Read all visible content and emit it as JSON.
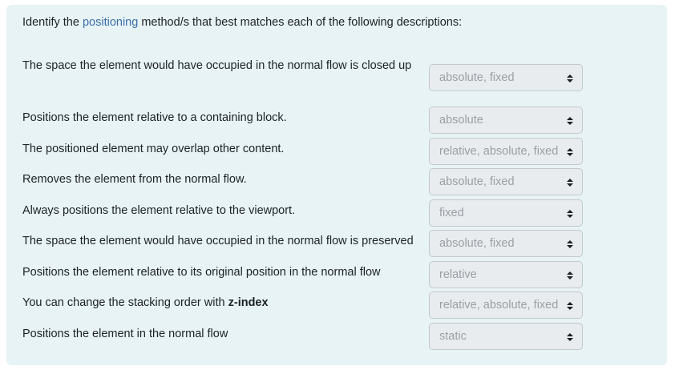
{
  "question": {
    "prefix": "Identify the ",
    "link": "positioning",
    "suffix": " method/s that best matches each of the following descriptions:"
  },
  "rows": [
    {
      "label": "The space the element would have occupied in the normal flow is closed up",
      "value": "absolute, fixed"
    },
    {
      "label": "Positions the element relative to a containing block.",
      "value": "absolute"
    },
    {
      "label": "The positioned element may overlap other content.",
      "value": "relative, absolute, fixed"
    },
    {
      "label": "Removes the element from the normal flow.",
      "value": "absolute, fixed"
    },
    {
      "label": "Always positions the element relative to the viewport.",
      "value": "fixed"
    },
    {
      "label": "The space the element would have occupied in the normal flow is preserved",
      "value": "absolute, fixed"
    },
    {
      "label": "Positions the element relative to its original position in the normal flow",
      "value": "relative"
    },
    {
      "label_prefix": "You can change the stacking order with ",
      "label_bold": "z-index",
      "value": "relative, absolute, fixed"
    },
    {
      "label": "Positions the element in the normal flow",
      "value": "static"
    }
  ],
  "icons": {
    "select_caret": "up-down-caret-icon"
  },
  "colors": {
    "panel_bg": "#e7f3f5",
    "link": "#3b6fa8",
    "select_bg": "#e9ecef",
    "select_text": "#9a9fa4"
  }
}
